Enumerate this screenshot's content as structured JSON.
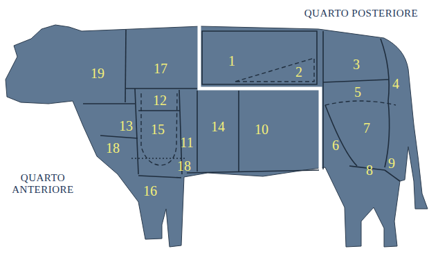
{
  "diagram": {
    "labels": [
      "QUARTO POSTERIORE",
      "1",
      "2",
      "3",
      "19",
      "17",
      "12",
      "5",
      "4",
      "13",
      "15",
      "14",
      "10",
      "7",
      "18",
      "11",
      "6",
      "18",
      "8",
      "9",
      "16",
      "QUARTO ANTERIORE"
    ]
  }
}
